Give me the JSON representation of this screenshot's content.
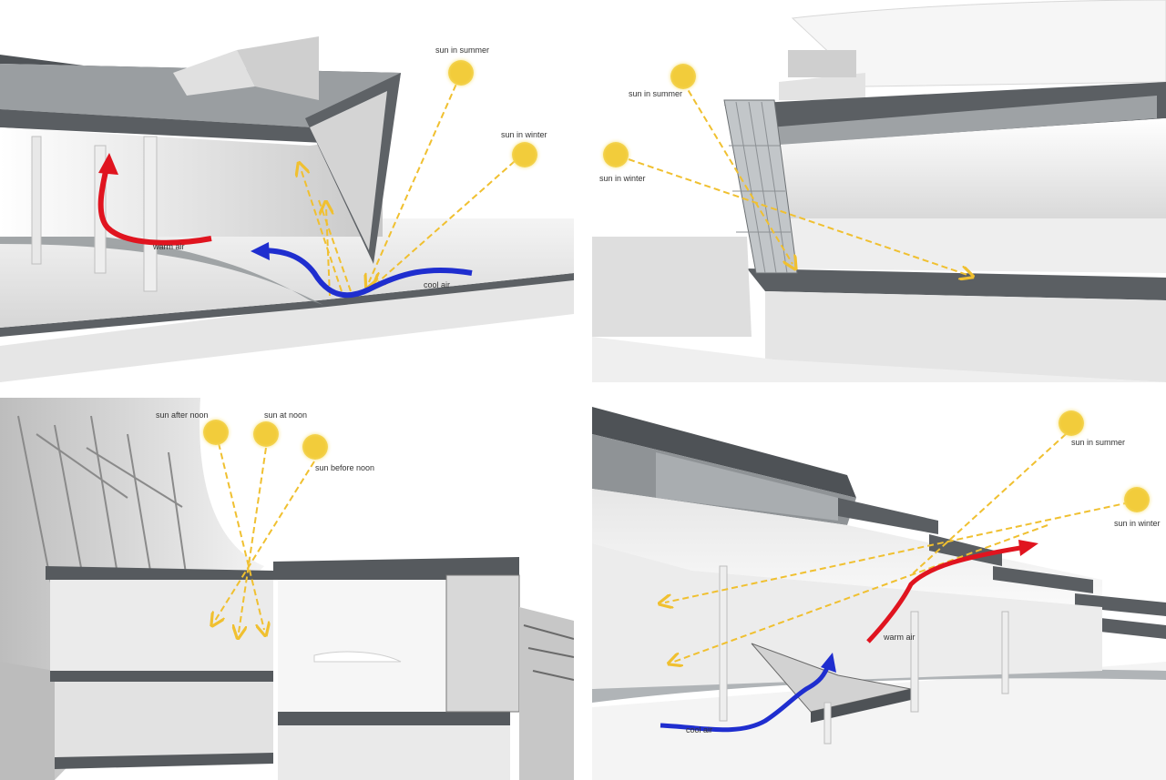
{
  "colors": {
    "sun": "#f2cc3b",
    "sun_glow": "#f7e27a",
    "sun_ray": "#f0c030",
    "warm_air": "#e0141f",
    "cool_air": "#1f2ecf",
    "structure_dark": "#555a5e",
    "structure_light": "#dcdcdc"
  },
  "panels": [
    {
      "id": "summer-winter-ventilation",
      "labels": {
        "sun_summer": "sun in summer",
        "sun_winter": "sun in winter",
        "warm_air": "warm air",
        "cool_air": "cool air"
      },
      "icons": [
        "sun-icon",
        "sun-icon",
        "warm-air-arrow-icon",
        "cool-air-arrow-icon"
      ]
    },
    {
      "id": "facade-sun-angles",
      "labels": {
        "sun_summer": "sun in summer",
        "sun_winter": "sun in winter"
      },
      "icons": [
        "sun-icon",
        "sun-icon"
      ]
    },
    {
      "id": "daily-sun-path",
      "labels": {
        "sun_after_noon": "sun after noon",
        "sun_at_noon": "sun at noon",
        "sun_before_noon": "sun before noon"
      },
      "icons": [
        "sun-icon",
        "sun-icon",
        "sun-icon"
      ]
    },
    {
      "id": "atrium-ventilation",
      "labels": {
        "sun_summer": "sun in summer",
        "sun_winter": "sun in winter",
        "warm_air": "warm air",
        "cool_air": "cool air"
      },
      "icons": [
        "sun-icon",
        "sun-icon",
        "warm-air-arrow-icon",
        "cool-air-arrow-icon"
      ]
    }
  ]
}
